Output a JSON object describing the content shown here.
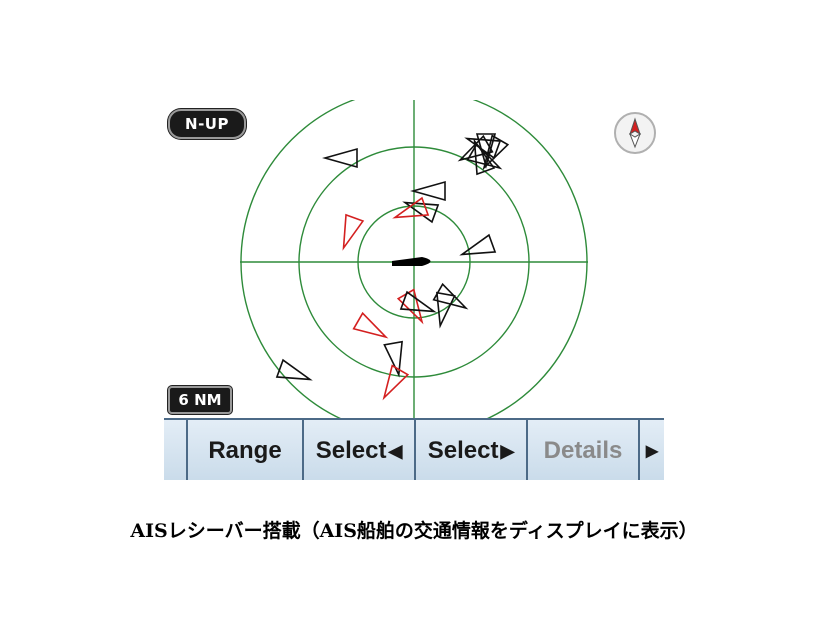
{
  "header": {
    "orientation_mode": "N-UP",
    "range_display": "6 NM"
  },
  "softkeys": [
    {
      "label": "Range",
      "arrow": "",
      "enabled": true
    },
    {
      "label": "Select",
      "arrow": "◀",
      "enabled": true
    },
    {
      "label": "Select",
      "arrow": "▶",
      "enabled": true
    },
    {
      "label": "Details",
      "arrow": "",
      "enabled": false
    },
    {
      "label": "▶",
      "arrow": "",
      "enabled": true
    }
  ],
  "colors": {
    "range_ring": "#2e8b3a",
    "target_normal": "#111111",
    "target_highlight": "#d42020",
    "own_ship": "#000000",
    "softkey_bg": "#d6e4f0",
    "softkey_border": "#4c6a87"
  },
  "icons": {
    "compass": "north-arrow-compass-icon",
    "own_ship": "own-ship-icon",
    "ais_target": "triangle-target-icon"
  },
  "caption": "AISレシーバー搭載（AIS船舶の交通情報をディスプレイに表示）"
}
